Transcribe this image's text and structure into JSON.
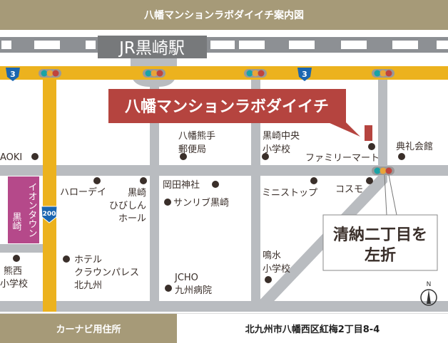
{
  "header": {
    "title": "八幡マンションラボダイイチ案内図"
  },
  "station": {
    "label": "JR黒崎駅"
  },
  "routes": {
    "route3": "3",
    "route200": "200"
  },
  "destination": {
    "label": "八幡マンションラボダイイチ"
  },
  "landmarks": {
    "yahata_post_1": "八幡熊手",
    "yahata_post_2": "郵便局",
    "kurosaki_school_1": "黒崎中央",
    "kurosaki_school_2": "小学校",
    "familymart": "ファミリーマート",
    "tenrei": "典礼会館",
    "aoki": "AOKI",
    "aeon_1": "イオンタウン",
    "aeon_2": "黒崎",
    "halloday": "ハローデイ",
    "hibishin_1": "黒崎",
    "hibishin_2": "ひびしん",
    "hibishin_3": "ホール",
    "okada": "岡田神社",
    "sunlive": "サンリブ黒崎",
    "ministop": "ミニストップ",
    "cosmo": "コスモ",
    "narumizu_1": "鳴水",
    "narumizu_2": "小学校",
    "kumanishi_1": "熊西",
    "kumanishi_2": "小学校",
    "hotel_1": "ホテル",
    "hotel_2": "クラウンパレス",
    "hotel_3": "北九州",
    "jcho_1": "JCHO",
    "jcho_2": "九州病院"
  },
  "callout": {
    "line1": "清納二丁目を",
    "line2": "左折"
  },
  "compass": {
    "north": "N"
  },
  "footer": {
    "label": "カーナビ用住所",
    "address": "北九州市八幡西区紅梅2丁目8-4"
  },
  "colors": {
    "header": "#a69a78",
    "road": "#b9bcc0",
    "main_road": "#ecb21e",
    "banner": "#b5443f",
    "aeon": "#b5498a"
  }
}
